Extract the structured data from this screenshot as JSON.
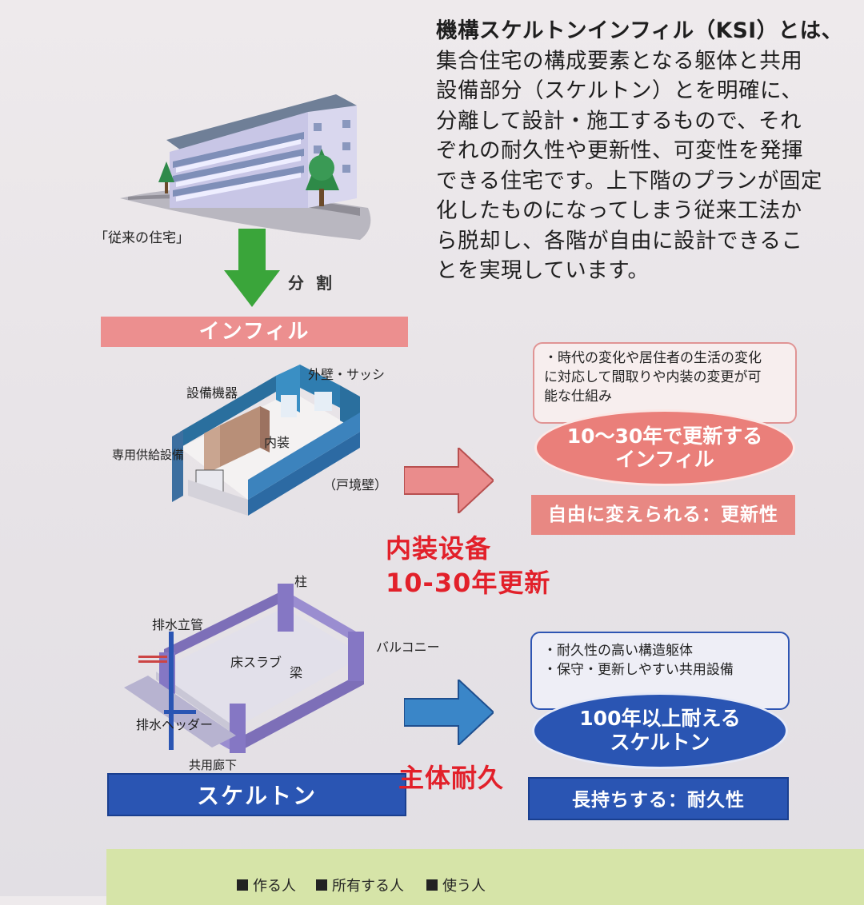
{
  "intro": {
    "lines": [
      {
        "bold": "機構スケルトンインフィル（KSI）とは、",
        "text": ""
      },
      {
        "bold": "",
        "text": "集合住宅の構成要素となる躯体と共用"
      },
      {
        "bold": "",
        "text": "設備部分（スケルトン）とを明確に、"
      },
      {
        "bold": "",
        "text": "分離して設計・施工するもので、それ"
      },
      {
        "bold": "",
        "text": "ぞれの耐久性や更新性、可変性を発揮"
      },
      {
        "bold": "",
        "text": "できる住宅です。上下階のプランが固定"
      },
      {
        "bold": "",
        "text": "化したものになってしまう従来工法か"
      },
      {
        "bold": "",
        "text": "ら脱却し、各階が自由に設計できるこ"
      },
      {
        "bold": "",
        "text": "とを実現しています。"
      }
    ]
  },
  "top": {
    "traditional_label": "「従来の住宅」",
    "split_label": "分 割"
  },
  "infill": {
    "banner": "インフィル",
    "labels": {
      "equipment": "設備機器",
      "exterior": "外壁・サッシ",
      "interior": "内装",
      "supply": "専用供給設備",
      "partition": "（戸境壁）"
    },
    "callout": [
      "・時代の変化や居住者の生活の変化",
      "に対応して間取りや内装の変更が可",
      "能な仕組み"
    ],
    "ellipse": [
      "10～30年で更新する",
      "インフィル"
    ],
    "bar": "自由に変えられる：更新性",
    "red_note": [
      "内装设备",
      "10-30年更新"
    ]
  },
  "skeleton": {
    "banner": "スケルトン",
    "labels": {
      "column": "柱",
      "drain_pipe": "排水立管",
      "floor_slab": "床スラブ",
      "beam": "梁",
      "balcony": "バルコニー",
      "drain_header": "排水ヘッダー",
      "corridor": "共用廊下"
    },
    "callout": [
      "・耐久性の高い構造躯体",
      "・保守・更新しやすい共用設備"
    ],
    "ellipse": [
      "100年以上耐える",
      "スケルトン"
    ],
    "bar": "長持ちする：耐久性",
    "red_note": "主体耐久"
  },
  "legend": {
    "items": [
      "作る人",
      "所有する人",
      "使う人"
    ]
  },
  "colors": {
    "pink": "#ec8f8f",
    "blue": "#2a55b3",
    "green": "#3aa53a",
    "red_note": "#e2202a"
  }
}
